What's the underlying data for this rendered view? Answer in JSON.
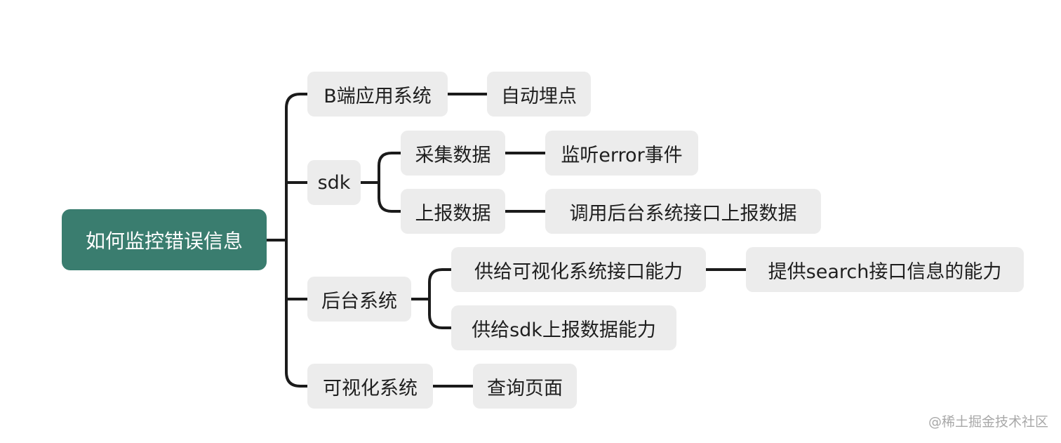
{
  "colors": {
    "root_fill": "#3a7d6f",
    "node_fill": "#ececec",
    "connector": "#1b1b1b"
  },
  "mindmap": {
    "root": "如何监控错误信息",
    "branch_b_app": {
      "label": "B端应用系统",
      "child": "自动埋点"
    },
    "branch_sdk": {
      "label": "sdk",
      "collect": {
        "label": "采集数据",
        "child": "监听error事件"
      },
      "report": {
        "label": "上报数据",
        "child": "调用后台系统接口上报数据"
      }
    },
    "branch_backend": {
      "label": "后台系统",
      "visual_api": {
        "label": "供给可视化系统接口能力",
        "child": "提供search接口信息的能力"
      },
      "sdk_report": {
        "label": "供给sdk上报数据能力"
      }
    },
    "branch_visual": {
      "label": "可视化系统",
      "child": "查询页面"
    }
  },
  "watermark": "@稀土掘金技术社区"
}
